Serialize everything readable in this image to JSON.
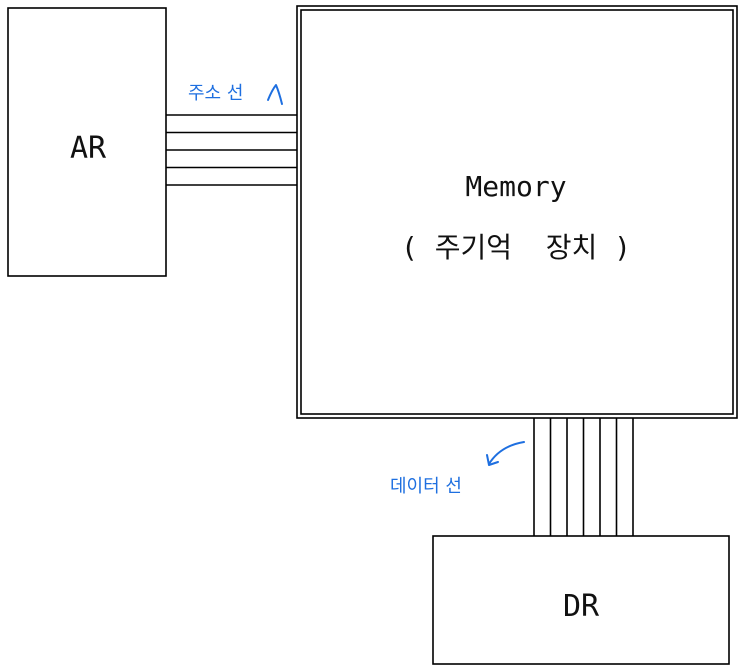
{
  "diagram": {
    "ar_label": "AR",
    "dr_label": "DR",
    "memory_title": "Memory",
    "memory_subtitle": "( 주기억  장치 )",
    "address_bus_label": "주소 선",
    "data_bus_label": "데이터 선",
    "address_line_count": 5,
    "data_line_count": 7
  },
  "colors": {
    "annotation": "#1e6fe0",
    "stroke": "#000000"
  }
}
